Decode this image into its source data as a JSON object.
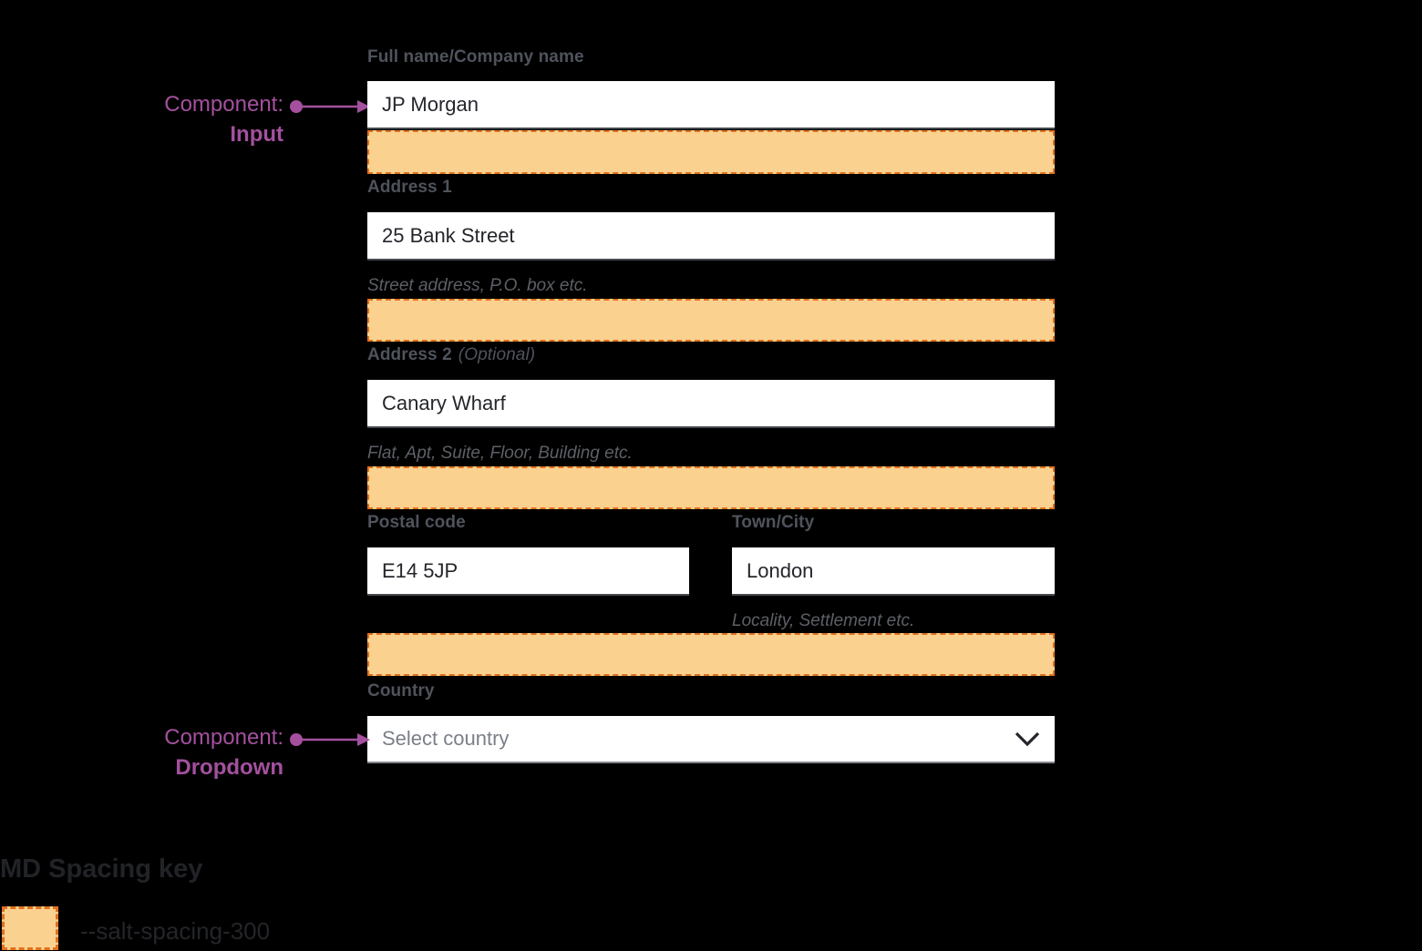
{
  "annotations": {
    "input": {
      "prefix": "Component:",
      "label": "Input"
    },
    "dropdown": {
      "prefix": "Component:",
      "label": "Dropdown"
    }
  },
  "form": {
    "full_name": {
      "label": "Full name/Company name",
      "value": "JP Morgan"
    },
    "address1": {
      "label": "Address 1",
      "value": "25 Bank Street",
      "helper": "Street address, P.O. box etc."
    },
    "address2": {
      "label": "Address 2",
      "optional": "(Optional)",
      "value": "Canary Wharf",
      "helper": "Flat, Apt, Suite, Floor, Building etc."
    },
    "postal_code": {
      "label": "Postal code",
      "value": "E14 5JP"
    },
    "town_city": {
      "label": "Town/City",
      "value": "London",
      "helper": "Locality, Settlement etc."
    },
    "country": {
      "label": "Country",
      "placeholder": "Select country"
    }
  },
  "spacing_key": {
    "title": "MD Spacing key",
    "token": "--salt-spacing-300"
  },
  "icons": {
    "chevron": "chevron-down-icon",
    "arrow": "annotation-arrow"
  },
  "colors": {
    "background": "#000000",
    "spacing_fill": "#FBD18F",
    "spacing_border": "#E2711D",
    "annotation_purple": "#A4509E",
    "label_gray": "#4F535C",
    "helper_gray": "#5C6066",
    "input_text": "#24262B",
    "placeholder_gray": "#7B7F88",
    "input_border": "#45484E",
    "dropdown_border": "#84878E"
  }
}
